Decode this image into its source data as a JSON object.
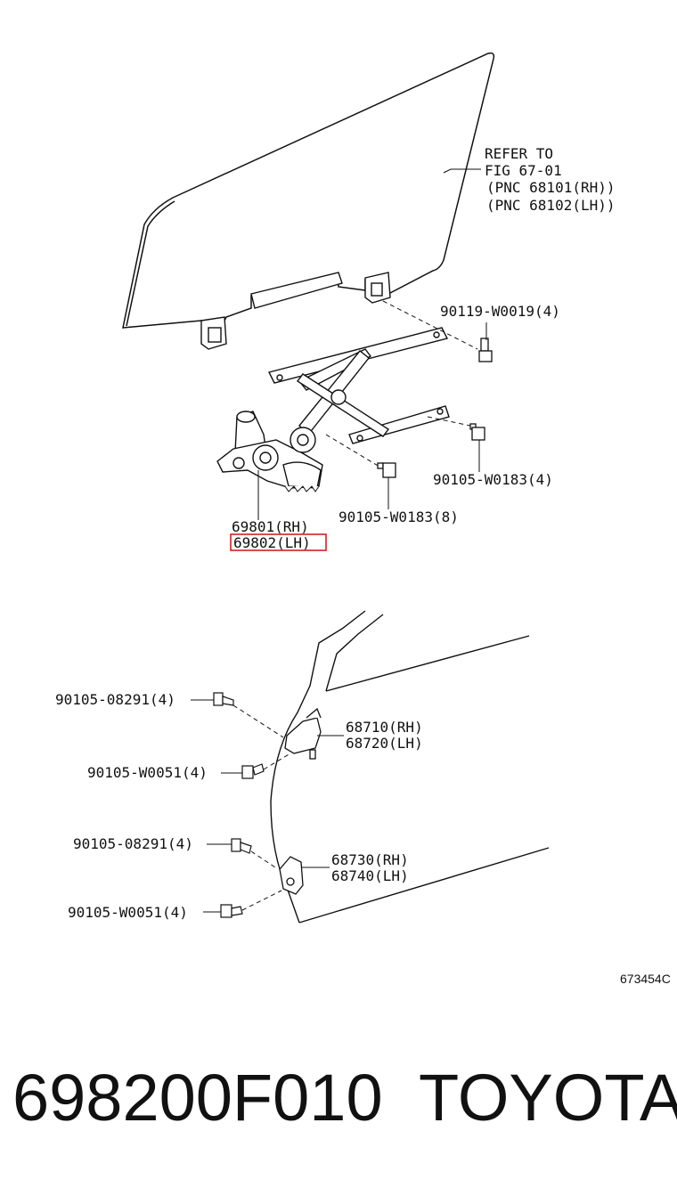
{
  "refer": {
    "line1": "REFER TO",
    "line2": "FIG 67-01",
    "line3": "(PNC 68101(RH))",
    "line4": "(PNC 68102(LH))"
  },
  "labels": {
    "bolt_90119": "90119-W0019(4)",
    "bolt_w0183_4": "90105-W0183(4)",
    "bolt_w0183_8": "90105-W0183(8)",
    "regulator_rh": "69801(RH)",
    "regulator_lh": "69802(LH)",
    "upper_bolt_08291": "90105-08291(4)",
    "upper_hinge_rh": "68710(RH)",
    "upper_hinge_lh": "68720(LH)",
    "upper_bolt_w0051": "90105-W0051(4)",
    "lower_bolt_08291": "90105-08291(4)",
    "lower_hinge_rh": "68730(RH)",
    "lower_hinge_lh": "68740(LH)",
    "lower_bolt_w0051": "90105-W0051(4)"
  },
  "figure_id": "673454C",
  "footer": {
    "part_number": "698200F010",
    "brand": "TOYOTA"
  },
  "colors": {
    "highlight": "#d42020",
    "line": "#111111"
  }
}
